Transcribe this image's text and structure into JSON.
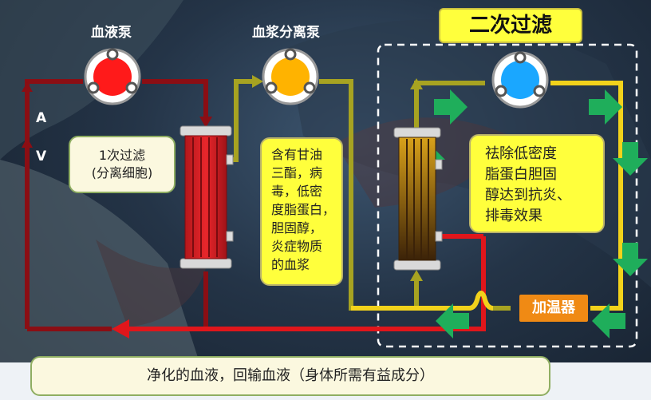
{
  "labels": {
    "blood_pump": "血液泵",
    "plasma_pump": "血浆分离泵",
    "second_filtration": "二次过滤",
    "artery": "A",
    "vein": "V",
    "first_filtration": "1次过滤\n(分离细胞)",
    "plasma_content": "含有甘油\n三酯，病\n毒，低密\n度脂蛋白，\n胆固醇，\n炎症物质\n的血浆",
    "effect": "祛除低密度\n脂蛋白胆固\n醇达到抗炎、\n排毒效果",
    "heater": "加温器",
    "return_blood": "净化的血液，回输血液（身体所需有益成分）"
  },
  "colors": {
    "blood_line": "#8b0e14",
    "plasma_line": "#a7a321",
    "clean_line": "#f2d21b",
    "red_pump": "#ff1a1a",
    "yellow_pump": "#ffb300",
    "blue_pump": "#1aa7ff",
    "green_arrow": "#1fae5b"
  }
}
